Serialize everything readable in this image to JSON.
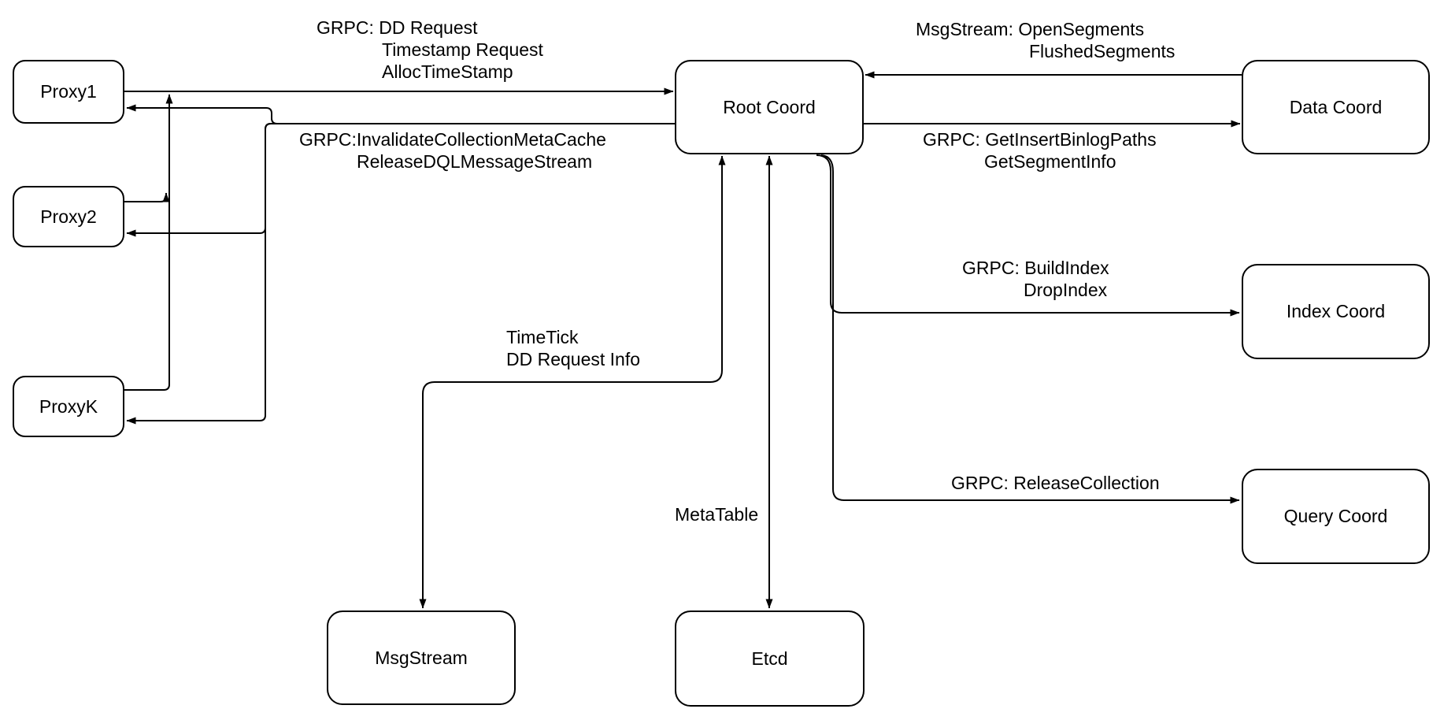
{
  "diagram": {
    "title": "Root Coord architecture diagram",
    "colors": {
      "stroke": "#000000",
      "background": "#ffffff",
      "text": "#000000"
    },
    "nodes": {
      "proxy1": {
        "label": "Proxy1"
      },
      "proxy2": {
        "label": "Proxy2"
      },
      "proxyk": {
        "label": "ProxyK"
      },
      "root": {
        "label": "Root Coord"
      },
      "data": {
        "label": "Data Coord"
      },
      "index": {
        "label": "Index Coord"
      },
      "query": {
        "label": "Query Coord"
      },
      "msgstream": {
        "label": "MsgStream"
      },
      "etcd": {
        "label": "Etcd"
      }
    },
    "edge_labels": {
      "proxy_to_root": {
        "l1": "GRPC: DD Request",
        "l2": "Timestamp Request",
        "l3": "AllocTimeStamp"
      },
      "root_to_proxies": {
        "l1": "GRPC:InvalidateCollectionMetaCache",
        "l2": "ReleaseDQLMessageStream"
      },
      "data_to_root": {
        "l1": "MsgStream: OpenSegments",
        "l2": "FlushedSegments"
      },
      "root_to_data": {
        "l1": "GRPC: GetInsertBinlogPaths",
        "l2": "GetSegmentInfo"
      },
      "root_to_index": {
        "l1": "GRPC: BuildIndex",
        "l2": "DropIndex"
      },
      "root_to_query": {
        "l1": "GRPC: ReleaseCollection"
      },
      "root_to_msgstream": {
        "l1": "TimeTick",
        "l2": "DD Request Info"
      },
      "root_to_etcd": {
        "l1": "MetaTable"
      }
    }
  }
}
